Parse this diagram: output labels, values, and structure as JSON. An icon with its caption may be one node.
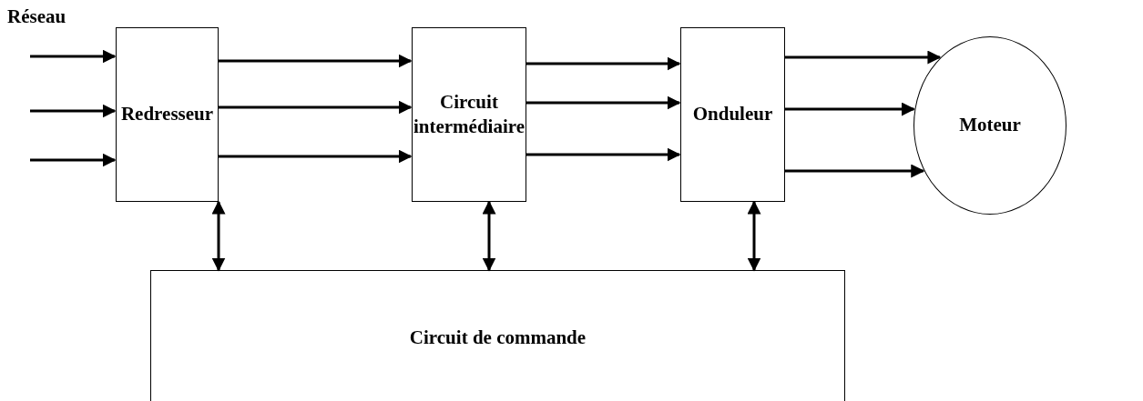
{
  "diagram": {
    "nodes": [
      {
        "text": [
          "Redresseur"
        ]
      },
      {
        "text": [
          "Circuit intermédiaire"
        ]
      },
      {
        "text": [
          "Onduleur"
        ]
      },
      {
        "text": [
          "Moteur"
        ]
      },
      {
        "text": [
          "Circuit de commande"
        ]
      }
    ],
    "edges": [
      {
        "from": null,
        "to": 0,
        "arrow": "to"
      },
      {
        "from": null,
        "to": 0,
        "arrow": "to"
      },
      {
        "from": null,
        "to": 0,
        "arrow": "to"
      },
      {
        "from": 0,
        "to": 1,
        "arrow": "to"
      },
      {
        "from": 0,
        "to": 1,
        "arrow": "to"
      },
      {
        "from": 0,
        "to": 1,
        "arrow": "to"
      },
      {
        "from": 1,
        "to": 2,
        "arrow": "to"
      },
      {
        "from": 1,
        "to": 2,
        "arrow": "to"
      },
      {
        "from": 1,
        "to": 2,
        "arrow": "to"
      },
      {
        "from": 2,
        "to": 3,
        "arrow": "to"
      },
      {
        "from": 2,
        "to": 3,
        "arrow": "to"
      },
      {
        "from": 2,
        "to": 3,
        "arrow": "to"
      },
      {
        "from": 0,
        "to": 4,
        "arrow": "both"
      },
      {
        "from": 1,
        "to": 4,
        "arrow": "both"
      },
      {
        "from": 2,
        "to": 4,
        "arrow": "both"
      }
    ],
    "labels": [
      "Réseau"
    ]
  }
}
